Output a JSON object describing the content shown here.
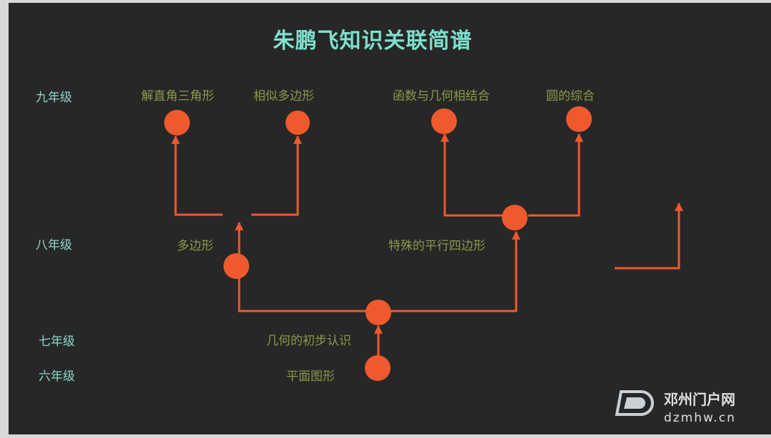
{
  "title": "朱鹏飞知识关联简谱",
  "grades": {
    "g9": "九年级",
    "g8": "八年级",
    "g7": "七年级",
    "g6": "六年级"
  },
  "nodes": {
    "n1": "解直角三角形",
    "n2": "相似多边形",
    "n3": "函数与几何相结合",
    "n4": "圆的综合",
    "n5": "多边形",
    "n6": "特殊的平行四边形",
    "n7": "几何的初步认识",
    "n8": "平面图形"
  },
  "watermark": {
    "name": "邓州门户网",
    "domain": "dzmhw.cn"
  },
  "colors": {
    "background": "#272727",
    "title": "#7ee0cf",
    "grade": "#8fd6c9",
    "label": "#8a9a4a",
    "node": "#ee5a2e",
    "line": "#ee5a2e"
  }
}
